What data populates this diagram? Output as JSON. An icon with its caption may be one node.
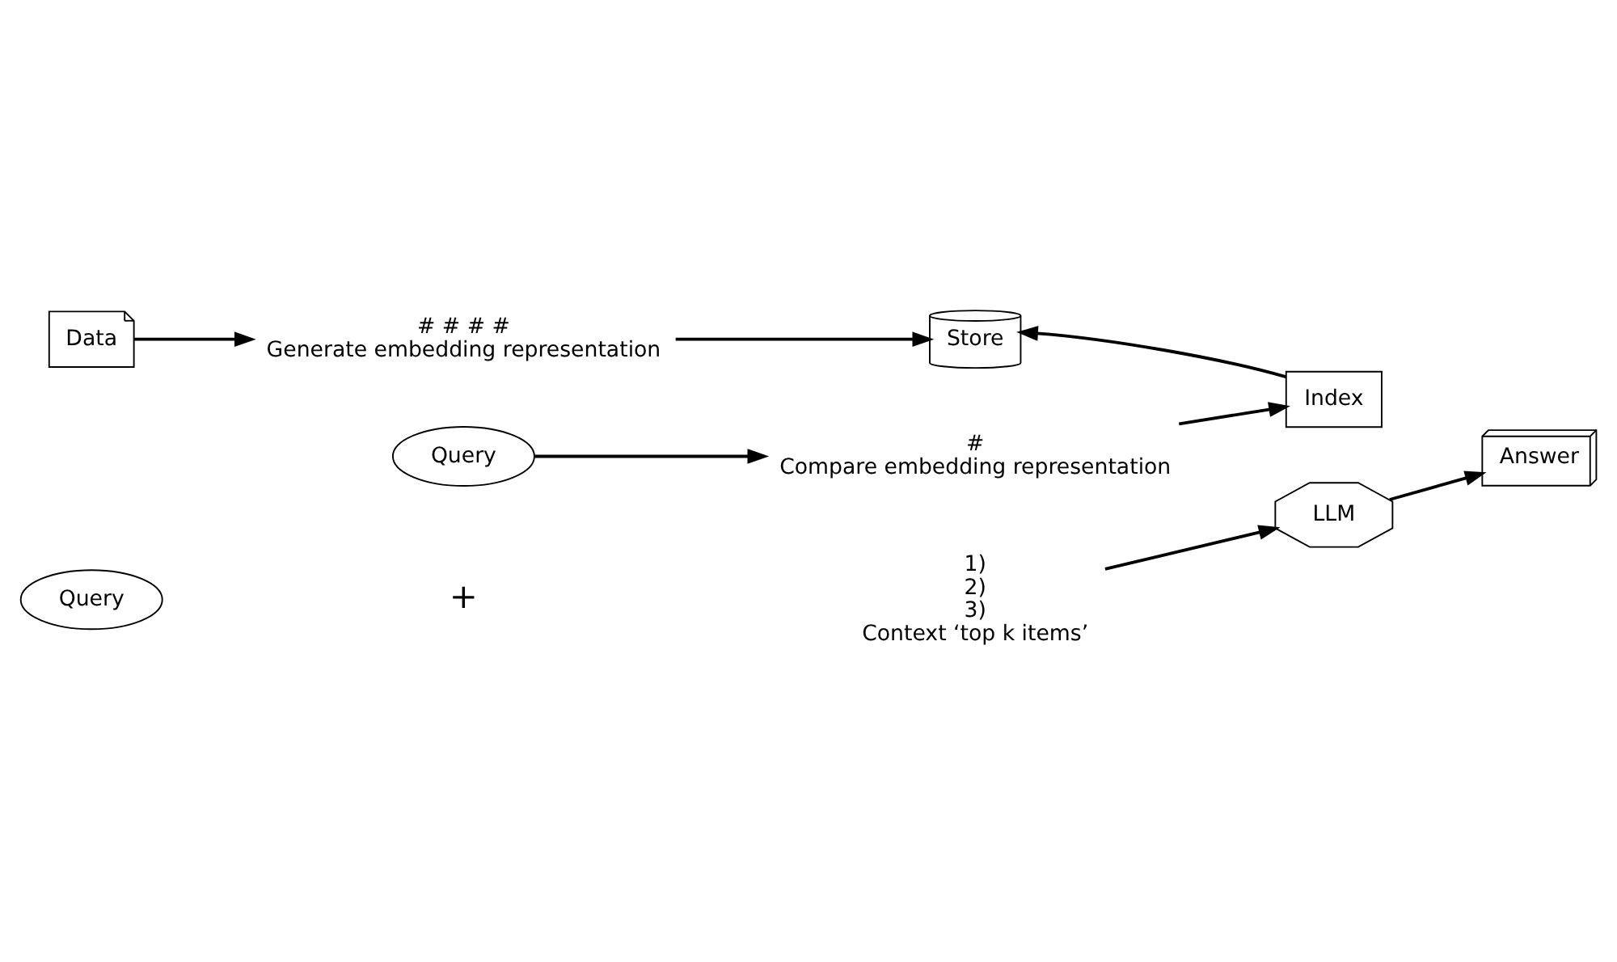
{
  "diagram": {
    "nodes": [
      {
        "text": [
          "Data"
        ]
      },
      {
        "text": [
          "# # # #",
          "Generate embedding representation"
        ]
      },
      {
        "text": [
          "Store"
        ]
      },
      {
        "text": [
          "Index"
        ]
      },
      {
        "text": [
          "Query"
        ]
      },
      {
        "text": [
          "#",
          "Compare embedding representation"
        ]
      },
      {
        "text": [
          "Query"
        ]
      },
      {
        "text": [
          "1)",
          "2)",
          "3)",
          "Context ‘top k items’"
        ]
      },
      {
        "text": [
          "LLM"
        ]
      },
      {
        "text": [
          "Answer"
        ]
      }
    ],
    "edges": [
      {
        "from": 0,
        "to": 1,
        "arrow": "to"
      },
      {
        "from": 1,
        "to": 2,
        "arrow": "to"
      },
      {
        "from": 3,
        "to": 2,
        "arrow": "to"
      },
      {
        "from": 4,
        "to": 5,
        "arrow": "to"
      },
      {
        "from": 5,
        "to": 3,
        "arrow": "to"
      },
      {
        "from": 7,
        "to": 8,
        "arrow": "to"
      },
      {
        "from": 8,
        "to": 9,
        "arrow": "to"
      }
    ],
    "labels": [
      "+"
    ]
  }
}
